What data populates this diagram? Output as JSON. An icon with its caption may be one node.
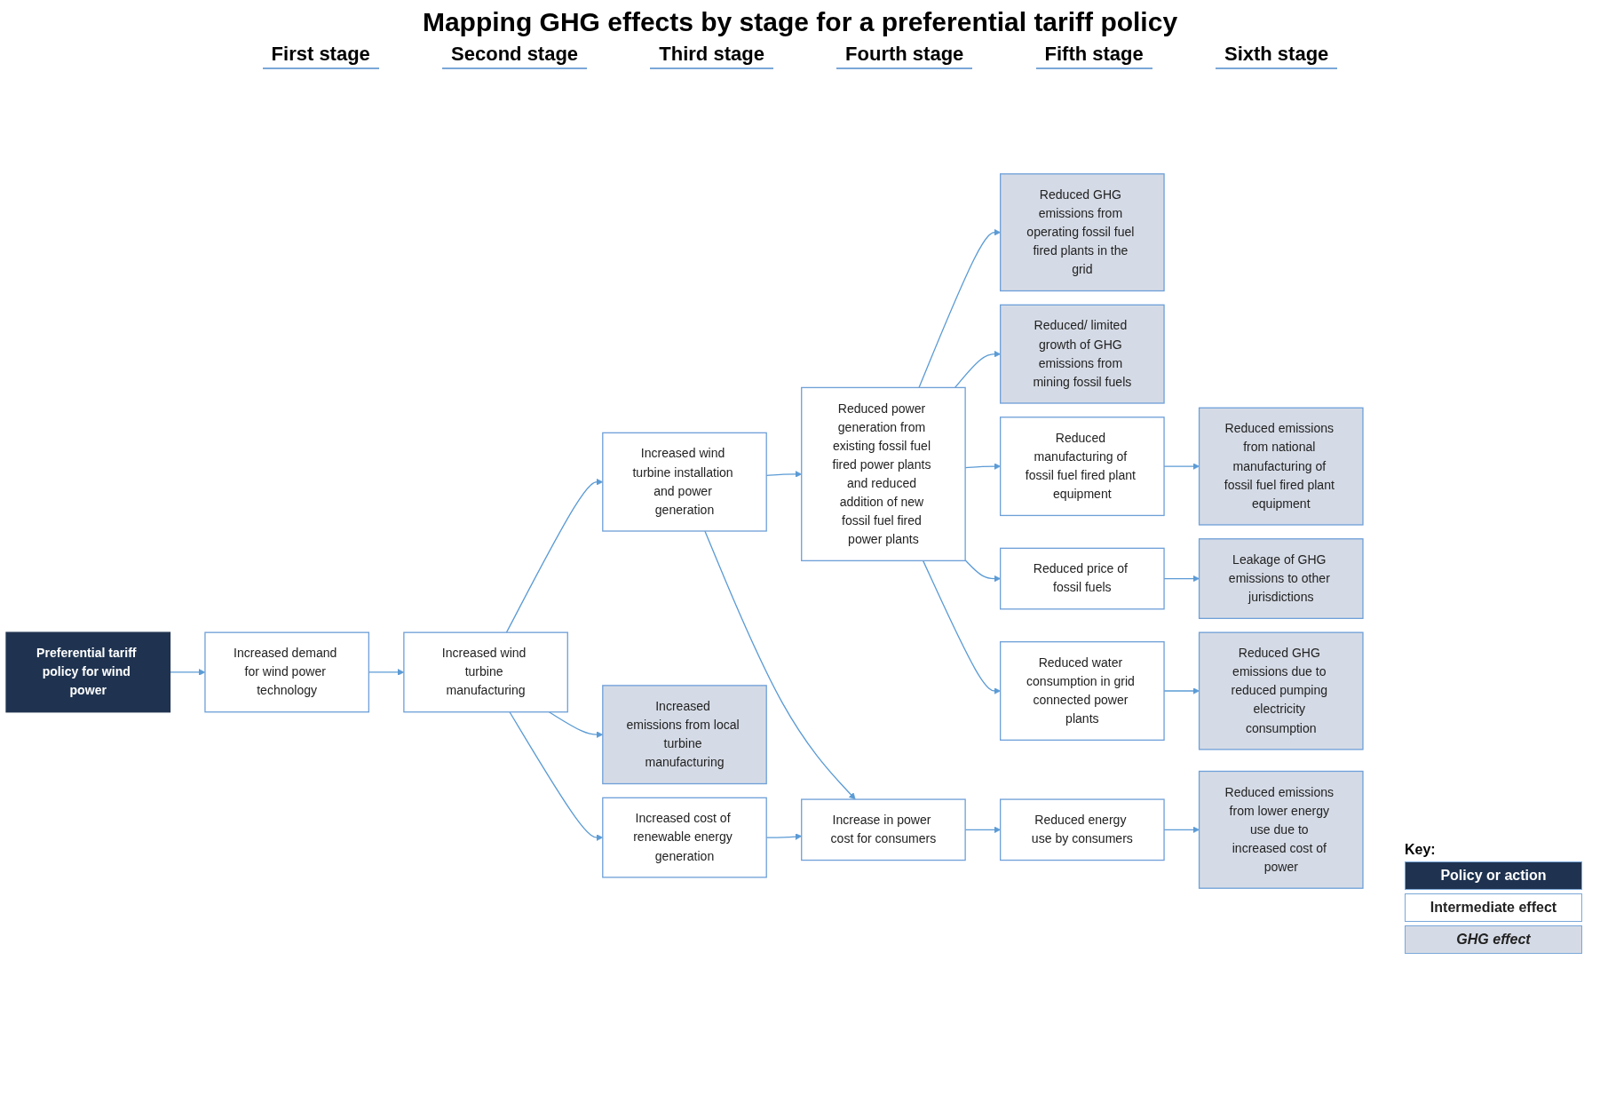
{
  "diagram": {
    "title": "Mapping GHG effects by stage for a preferential tariff policy",
    "nodes": [
      {
        "text": [
          "Preferential tariff policy for wind power"
        ]
      },
      {
        "text": [
          "Increased demand for wind power technology"
        ]
      },
      {
        "text": [
          "Increased wind turbine manufacturing"
        ]
      },
      {
        "text": [
          "Increased emissions from local turbine manufacturing"
        ]
      },
      {
        "text": [
          "Increased wind turbine installation and power generation"
        ]
      },
      {
        "text": [
          "Increased cost of renewable energy generation"
        ]
      },
      {
        "text": [
          "Reduced power generation from existing fossil fuel fired power plants and reduced addition of new fossil fuel fired power plants"
        ]
      },
      {
        "text": [
          "Increase in power cost for consumers"
        ]
      },
      {
        "text": [
          "Reduced GHG emissions from operating fossil fuel fired plants in the grid"
        ]
      },
      {
        "text": [
          "Reduced/ limited growth of GHG emissions from mining fossil fuels"
        ]
      },
      {
        "text": [
          "Reduced manufacturing of fossil fuel fired plant equipment"
        ]
      },
      {
        "text": [
          "Reduced price of fossil fuels"
        ]
      },
      {
        "text": [
          "Reduced water consumption in grid connected power plants"
        ]
      },
      {
        "text": [
          "Reduced energy use by consumers"
        ]
      },
      {
        "text": [
          "Reduced emissions from national manufacturing of fossil fuel fired plant equipment"
        ]
      },
      {
        "text": [
          "Leakage of GHG emissions to other jurisdictions"
        ]
      },
      {
        "text": [
          "Reduced GHG emissions due to reduced pumping electricity consumption"
        ]
      },
      {
        "text": [
          "Reduced emissions from lower energy use due to increased cost of power"
        ]
      }
    ],
    "edges": [
      {
        "from": 0,
        "to": 1,
        "arrow": "to"
      },
      {
        "from": 1,
        "to": 2,
        "arrow": "to"
      },
      {
        "from": 2,
        "to": 3,
        "arrow": "to"
      },
      {
        "from": 2,
        "to": 4,
        "arrow": "to"
      },
      {
        "from": 2,
        "to": 5,
        "arrow": "to"
      },
      {
        "from": 4,
        "to": 6,
        "arrow": "to"
      },
      {
        "from": 4,
        "to": 7,
        "arrow": "to"
      },
      {
        "from": 5,
        "to": 7,
        "arrow": "to"
      },
      {
        "from": 6,
        "to": 8,
        "arrow": "to"
      },
      {
        "from": 6,
        "to": 9,
        "arrow": "to"
      },
      {
        "from": 6,
        "to": 10,
        "arrow": "to"
      },
      {
        "from": 6,
        "to": 11,
        "arrow": "to"
      },
      {
        "from": 6,
        "to": 12,
        "arrow": "to"
      },
      {
        "from": 7,
        "to": 13,
        "arrow": "to"
      },
      {
        "from": 10,
        "to": 14,
        "arrow": "to"
      },
      {
        "from": 11,
        "to": 15,
        "arrow": "to"
      },
      {
        "from": 12,
        "to": 16,
        "arrow": "to"
      },
      {
        "from": 13,
        "to": 17,
        "arrow": "to"
      }
    ],
    "labels": [
      "First stage",
      "Second stage",
      "Third stage",
      "Fourth stage",
      "Fifth stage",
      "Sixth stage",
      "Key:"
    ],
    "legend": [
      {
        "text": "Policy or action",
        "color": "#1f3350"
      },
      {
        "text": "Intermediate effect",
        "color": "#ffffff"
      },
      {
        "text": "GHG effect",
        "color": "#d5dbe6"
      }
    ]
  }
}
